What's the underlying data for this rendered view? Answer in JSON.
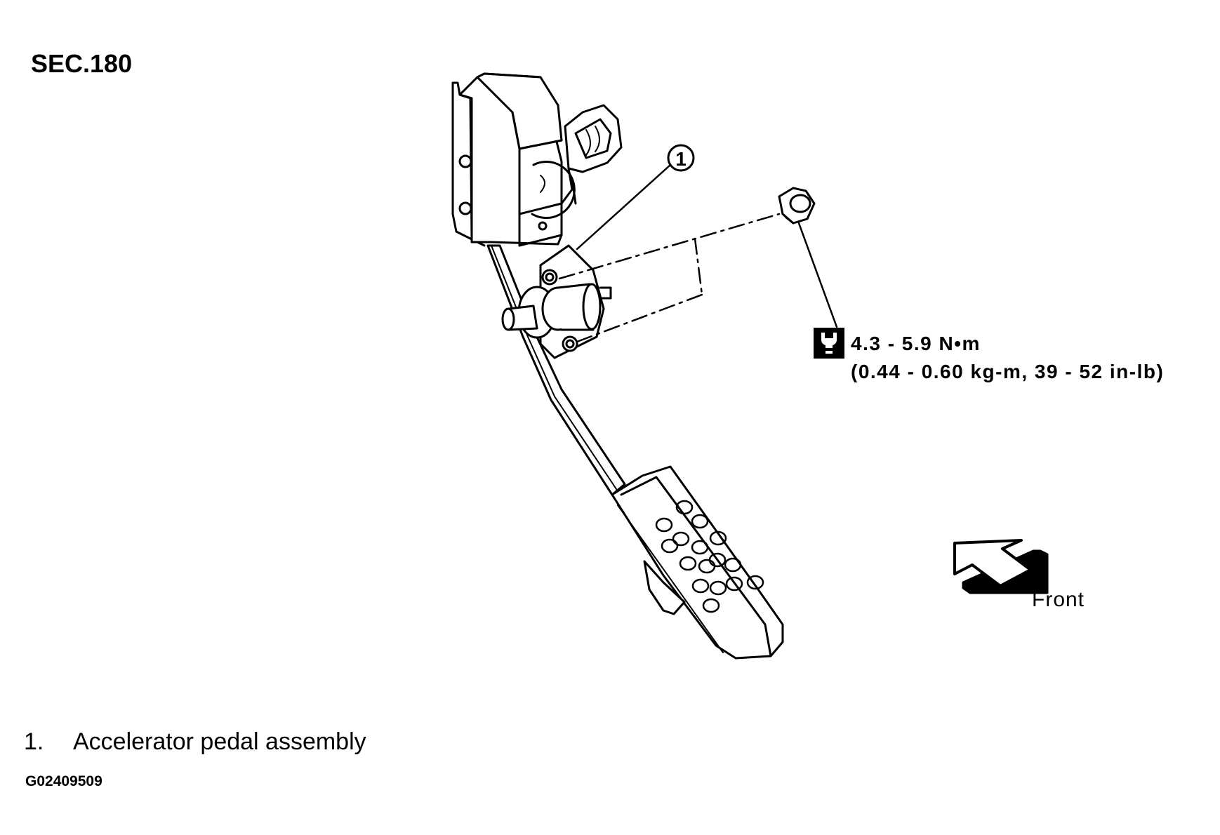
{
  "section_code": "SEC.180",
  "callout_number": "1",
  "torque": {
    "line1": "4.3 - 5.9 N•m",
    "line2": "(0.44 - 0.60 kg-m, 39 - 52 in-lb)",
    "icon": "torque-wrench-icon"
  },
  "front_label": "Front",
  "legend": [
    {
      "number": "1.",
      "text": "Accelerator pedal assembly"
    }
  ],
  "figure_code": "G02409509"
}
